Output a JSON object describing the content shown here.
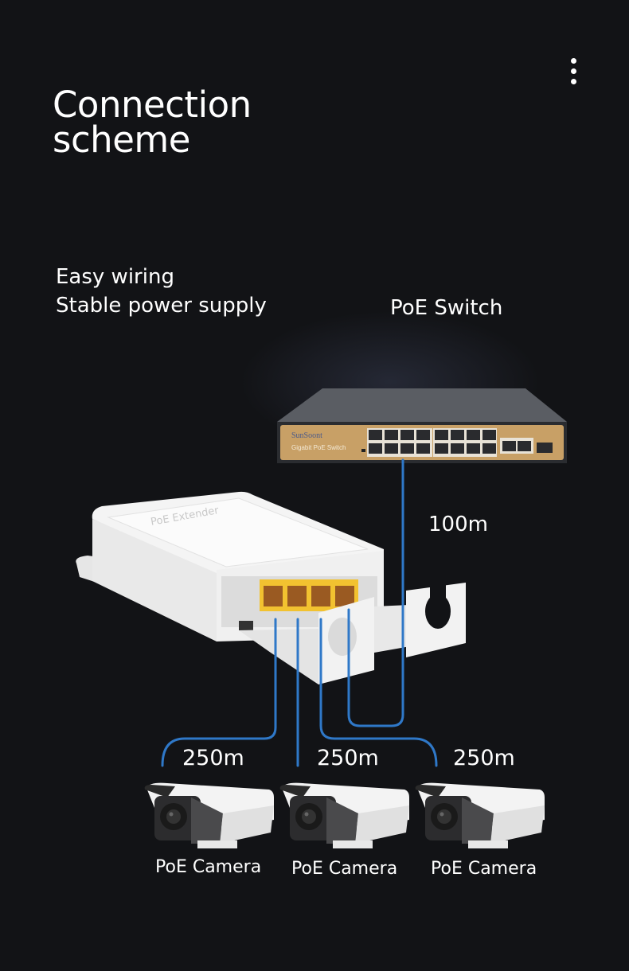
{
  "header": {
    "title_line1": "Connection",
    "title_line2": "scheme",
    "menu_icon": "more-vertical-icon"
  },
  "subtitle": {
    "line1": "Easy wiring",
    "line2": "Stable power supply"
  },
  "devices": {
    "switch": {
      "label": "PoE Switch",
      "brand": "SunSoont",
      "model_text": "Gigabit PoE Switch",
      "faceplate_color": "#c8a066"
    },
    "extender": {
      "label_on_case": "PoE Extender",
      "port_color": "#f2c230"
    },
    "cameras": [
      {
        "label": "PoE Camera",
        "distance": "250m"
      },
      {
        "label": "PoE Camera",
        "distance": "250m"
      },
      {
        "label": "PoE Camera",
        "distance": "250m"
      }
    ]
  },
  "links": {
    "switch_to_extender": "100m",
    "cable_color": "#2f78c8"
  }
}
